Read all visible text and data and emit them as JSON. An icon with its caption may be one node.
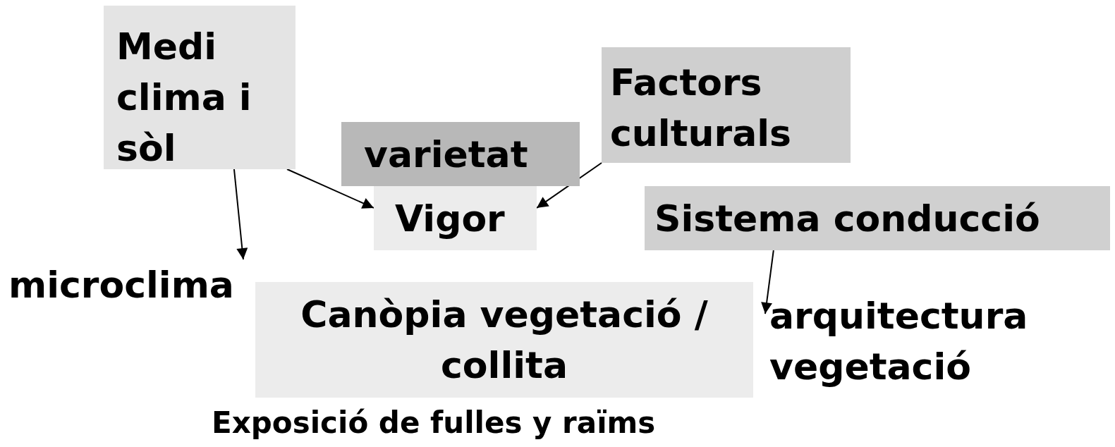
{
  "diagram": {
    "nodes": [
      {
        "text": [
          "Medi clima i sòl"
        ]
      },
      {
        "text": [
          "varietat"
        ]
      },
      {
        "text": [
          "Vigor"
        ]
      },
      {
        "text": [
          "Factors culturals"
        ]
      },
      {
        "text": [
          "Sistema conducció"
        ]
      },
      {
        "text": [
          "microclima"
        ]
      },
      {
        "text": [
          "Canòpia vegetació / collita"
        ]
      },
      {
        "text": [
          "arquitectura vegetació"
        ]
      }
    ],
    "edges": [
      {
        "from": 0,
        "to": 5,
        "arrow": "to"
      },
      {
        "from": 0,
        "to": 2,
        "arrow": "to"
      },
      {
        "from": 3,
        "to": 2,
        "arrow": "to"
      },
      {
        "from": 4,
        "to": 7,
        "arrow": "to"
      }
    ],
    "labels": [
      "Exposició de fulles y raïms"
    ]
  }
}
